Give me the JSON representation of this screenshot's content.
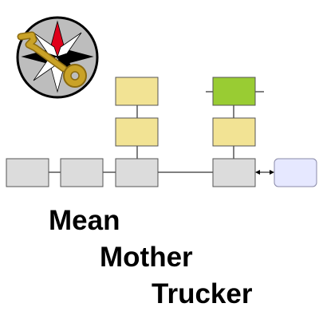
{
  "title_lines": [
    "Mean",
    "Mother",
    "Trucker"
  ],
  "logo": {
    "icon": "compass-star-key-icon",
    "ring_color": "#000000",
    "background_color": "#bdbdbd",
    "star_colors": [
      "#ffffff",
      "#000000"
    ],
    "star_accent_color": "#e0001b",
    "key_color": "#c9a227"
  },
  "node_colors": {
    "gray": "#dcdcdc",
    "yellow": "#f2e394",
    "green": "#99cc33",
    "blue": "#e6e8ff",
    "border": "#555555",
    "line": "#000000"
  }
}
